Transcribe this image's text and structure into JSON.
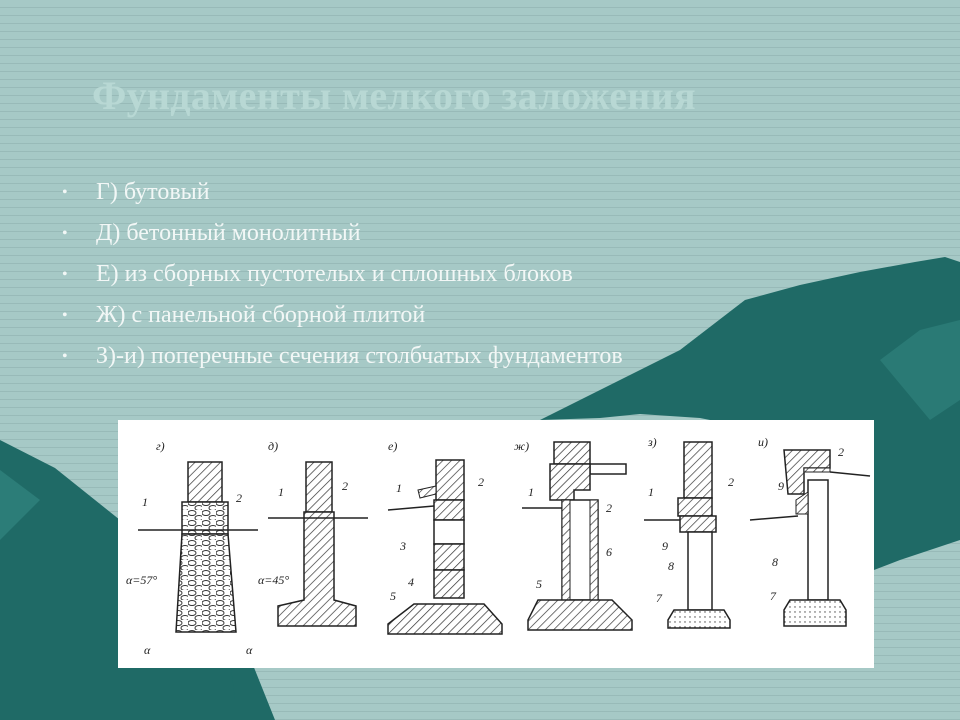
{
  "slide": {
    "title": "Фундаменты мелкого заложения",
    "bullets": [
      "Г) бутовый",
      "Д) бетонный монолитный",
      "Е) из сборных пустотелых и сплошных блоков",
      "Ж) с панельной сборной плитой",
      "З)-и) поперечные сечения столбчатых фундаментов"
    ]
  },
  "figure": {
    "panels": [
      "г)",
      "д)",
      "е)",
      "ж)",
      "з)",
      "и)"
    ],
    "angle_labels": [
      "α=57°",
      "α=45°"
    ],
    "alpha": "α",
    "numbers": {
      "g": [
        "1",
        "2"
      ],
      "d": [
        "1",
        "2"
      ],
      "e": [
        "1",
        "2",
        "3",
        "4",
        "5"
      ],
      "zh": [
        "1",
        "2",
        "6",
        "5"
      ],
      "z": [
        "1",
        "2",
        "9",
        "8",
        "7"
      ],
      "i": [
        "2",
        "9",
        "8",
        "7"
      ]
    }
  },
  "colors": {
    "background": "#a6c9c6",
    "accent_shape": "#1f6a66",
    "title": "#b8d8d4",
    "text": "#f2f7f6"
  }
}
